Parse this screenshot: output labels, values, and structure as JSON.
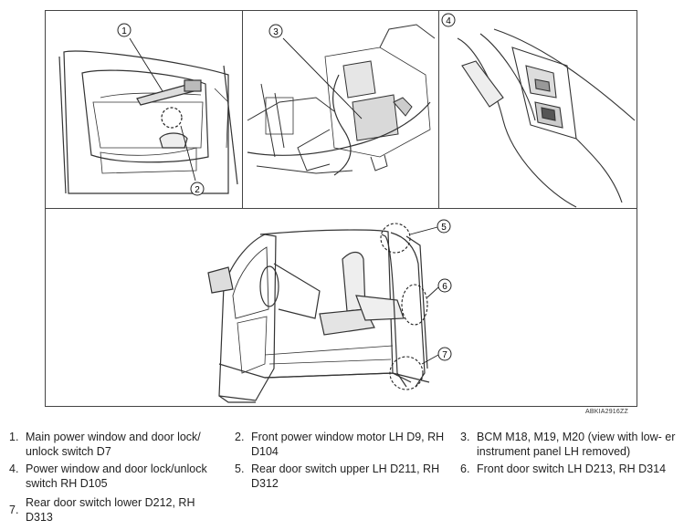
{
  "figure": {
    "code": "ABKIA2916ZZ",
    "callouts": [
      "1",
      "2",
      "3",
      "4",
      "5",
      "6",
      "7"
    ]
  },
  "legend": [
    {
      "num": "1.",
      "text": "Main power window and door lock/ unlock switch D7"
    },
    {
      "num": "2.",
      "text": "Front power window motor LH D9, RH D104"
    },
    {
      "num": "3.",
      "text": "BCM M18, M19, M20 (view with low- er instrument panel LH removed)"
    },
    {
      "num": "4.",
      "text": "Power window and door lock/unlock switch RH D105"
    },
    {
      "num": "5.",
      "text": "Rear door switch upper LH D211, RH D312"
    },
    {
      "num": "6.",
      "text": "Front door switch LH D213, RH D314"
    },
    {
      "num": "7.",
      "text": "Rear door switch lower D212, RH D313"
    }
  ]
}
